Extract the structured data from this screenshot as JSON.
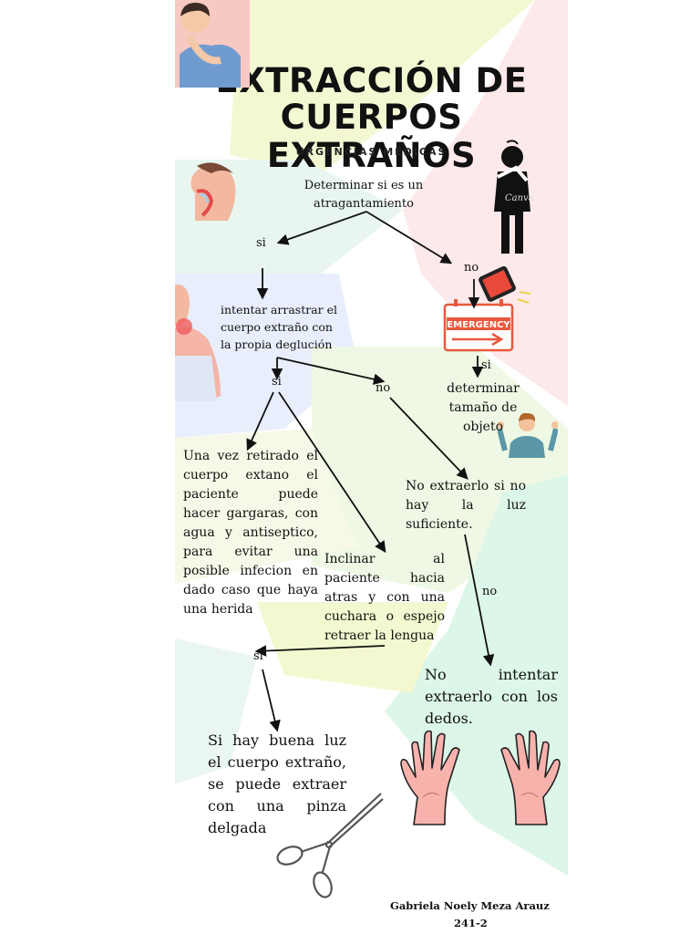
{
  "title_line1": "EXTRACCIÓN DE",
  "title_line2": "CUERPOS EXTRAÑOS",
  "subtitle": "URGENCIAS MÉDICAS",
  "nodes": {
    "start": "Determinar si es un atragantamiento",
    "si1": "si",
    "no1": "no",
    "swallow": "intentar arrastrar el cuerpo extraño con la propia deglución",
    "si2": "si",
    "no2": "no",
    "emergency_sign": "EMERGENCY",
    "si3": "si",
    "size": "determinar tamaño de objeto",
    "after_removed": "Una vez retirado el cuerpo extano el paciente puede hacer gargaras, con agua y antiseptico, para evitar una posible infecion en dado caso que haya una herida",
    "no_light": "No extraerlo si no hay la luz suficiente.",
    "incline": "Inclinar al paciente hacia atras y con una cuchara o espejo retraer la lengua",
    "no3": "no",
    "si4": "si",
    "no_fingers": "No intentar extraerlo con los dedos.",
    "good_light": "Si hay buena luz el cuerpo extraño, se puede extraer con una pinza delgada"
  },
  "watermark": "Canva",
  "author": "Gabriela Noely Meza Arauz",
  "group": "241-2"
}
